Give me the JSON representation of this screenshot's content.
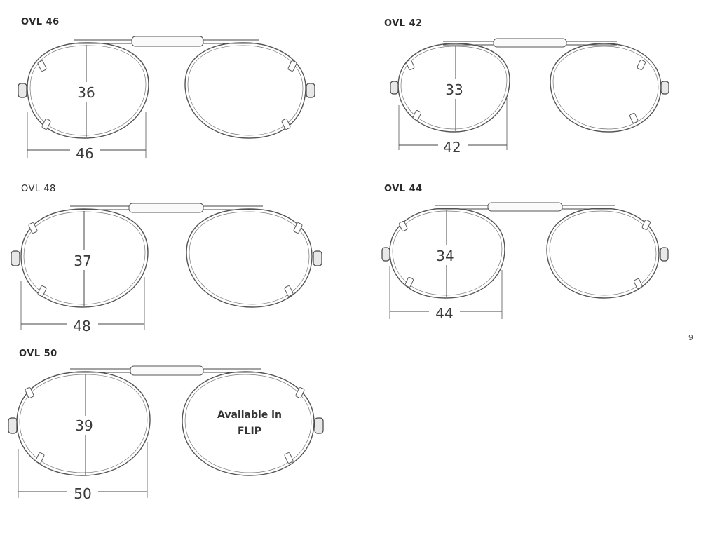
{
  "page_number": "9",
  "models": [
    {
      "name": "OVL 46",
      "height": "36",
      "width": "46"
    },
    {
      "name": "OVL 42",
      "height": "33",
      "width": "42"
    },
    {
      "name": "OVL 48",
      "height": "37",
      "width": "48"
    },
    {
      "name": "OVL 44",
      "height": "34",
      "width": "44"
    },
    {
      "name": "OVL 50",
      "height": "39",
      "width": "50",
      "note_line1": "Available in",
      "note_line2": "FLIP"
    }
  ]
}
